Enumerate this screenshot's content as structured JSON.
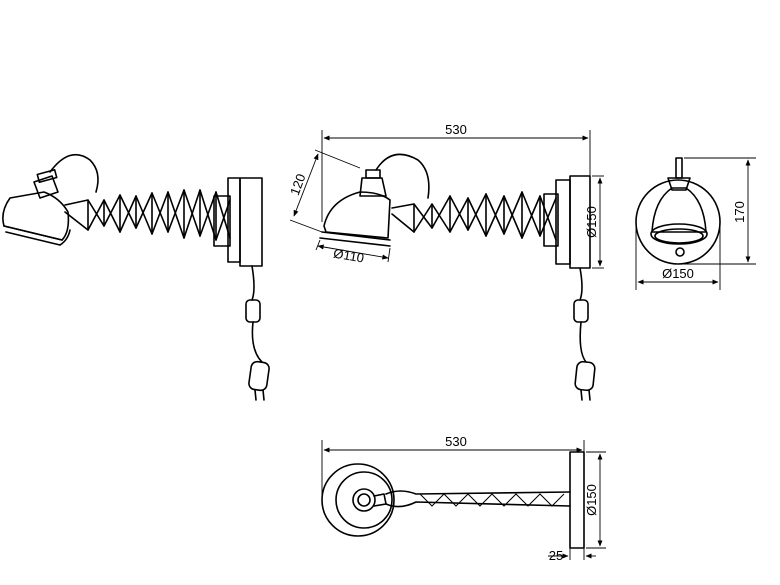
{
  "dimensions": {
    "front_width": "530",
    "front_shade_height": "120",
    "front_shade_diameter": "Ø110",
    "front_plate_diameter": "Ø150",
    "side_height": "170",
    "side_plate_diameter": "Ø150",
    "top_width": "530",
    "top_plate_diameter": "Ø150",
    "top_plate_depth": "25"
  }
}
